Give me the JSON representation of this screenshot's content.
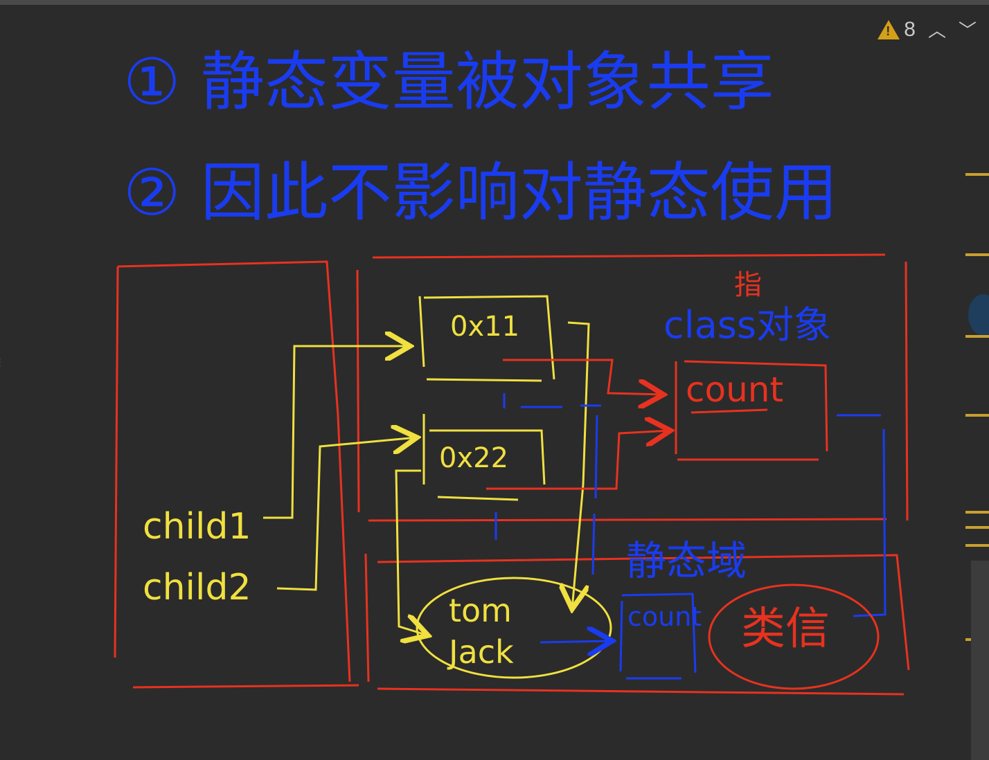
{
  "editor": {
    "warning_count": "8",
    "warning_icon": "warning-triangle-icon",
    "up_icon": "chevron-up-icon",
    "down_icon": "chevron-down-icon"
  },
  "annotations": {
    "note_1": "① 静态变量被对象共享",
    "note_2": "② 因此不影响对静态使用",
    "refers_label": "指",
    "class_object_label": "class对象",
    "count_in_class": "count",
    "addr_1": "0x11",
    "addr_2": "0x22",
    "child_1": "child1",
    "child_2": "child2",
    "name_tom": "tom",
    "name_jack": "Jack",
    "static_area_label": "静态域",
    "count_in_static": "count",
    "class_info": "类信"
  },
  "colors": {
    "background": "#2b2b2b",
    "blue_ink": "#1a3cf0",
    "red_ink": "#e8321f",
    "yellow_ink": "#f0e040"
  }
}
